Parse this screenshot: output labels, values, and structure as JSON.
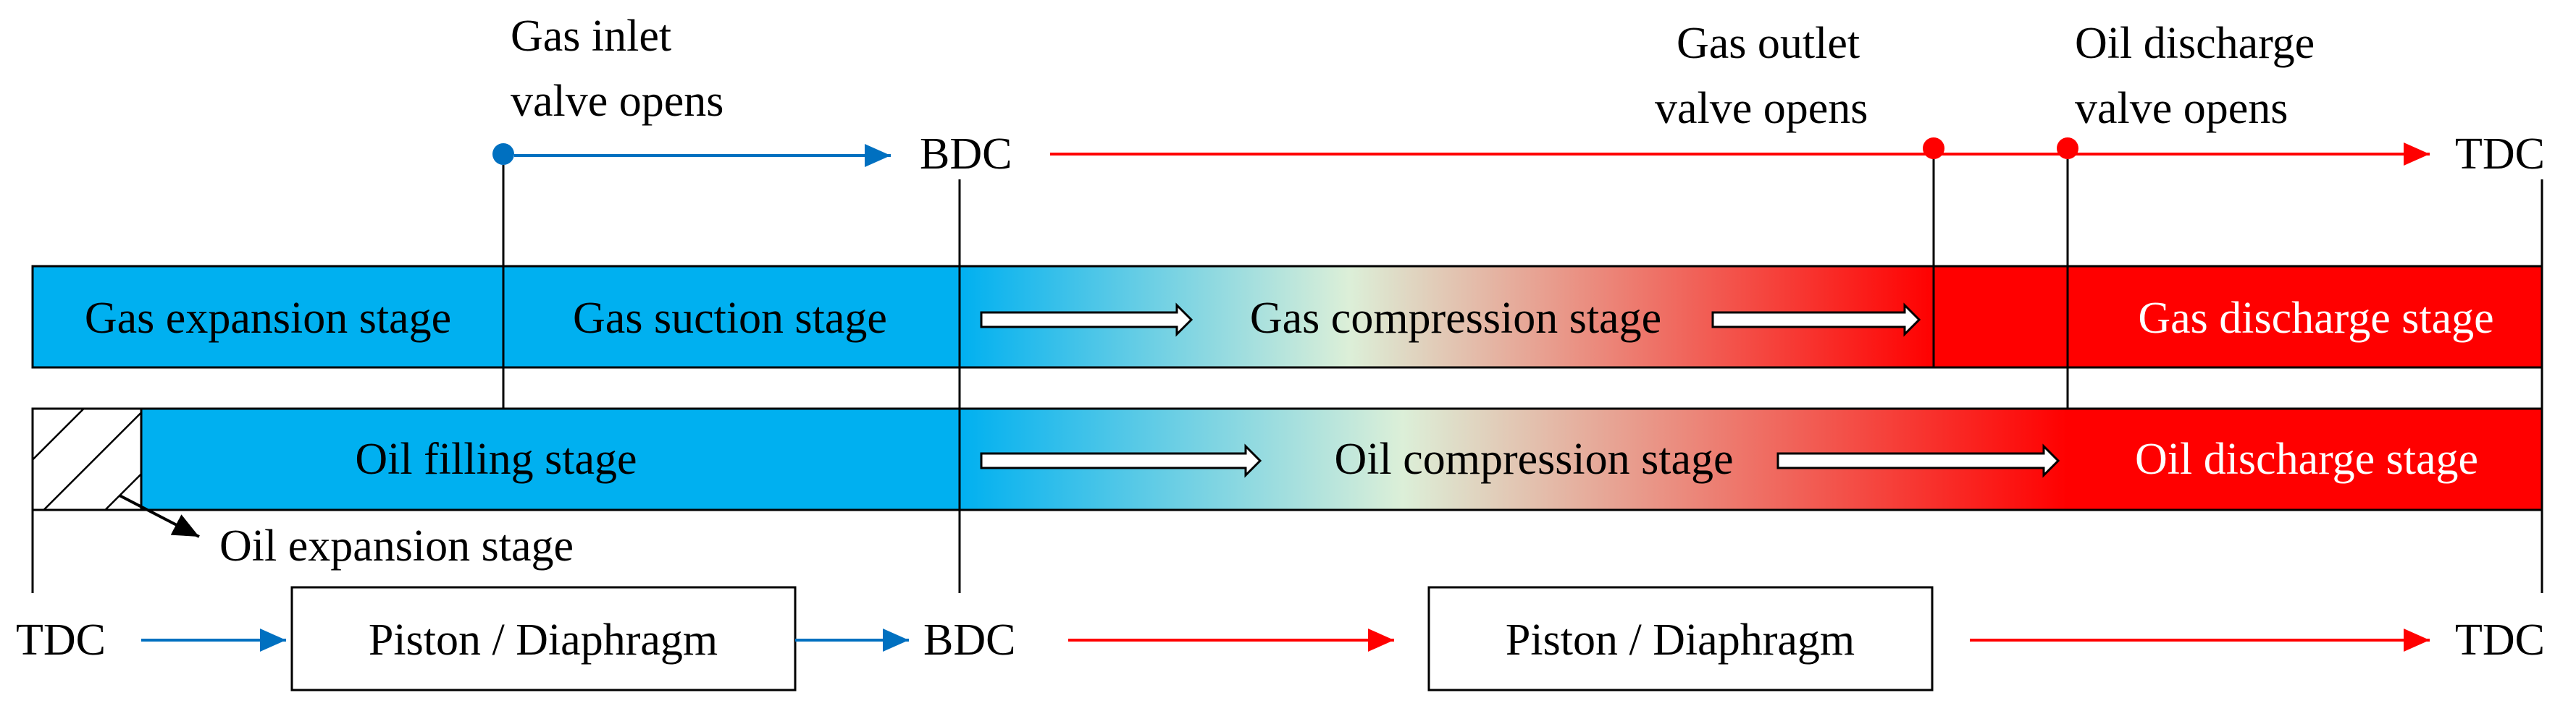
{
  "colors": {
    "blue": "#00b0f0",
    "red": "#ff0000",
    "gradient_mid": "#dcefd8",
    "blue_arrow": "#0070c0",
    "red_arrow": "#ff0000",
    "outline": "#000000"
  },
  "events": {
    "gas_inlet": [
      "Gas inlet",
      "valve opens"
    ],
    "gas_outlet": [
      "Gas outlet",
      "valve opens"
    ],
    "oil_discharge_valve": [
      "Oil discharge",
      "valve opens"
    ],
    "top_bdc": "BDC",
    "top_tdc": "TDC"
  },
  "gas_stages": {
    "expansion": "Gas expansion stage",
    "suction": "Gas suction stage",
    "compression": "Gas compression stage",
    "discharge": "Gas discharge stage"
  },
  "oil_stages": {
    "filling": "Oil filling stage",
    "compression": "Oil compression stage",
    "discharge": "Oil discharge stage",
    "expansion": "Oil expansion stage"
  },
  "bottom": {
    "tdc_left": "TDC",
    "piston_left": "Piston / Diaphragm",
    "bdc": "BDC",
    "piston_right": "Piston / Diaphragm",
    "tdc_right": "TDC"
  }
}
